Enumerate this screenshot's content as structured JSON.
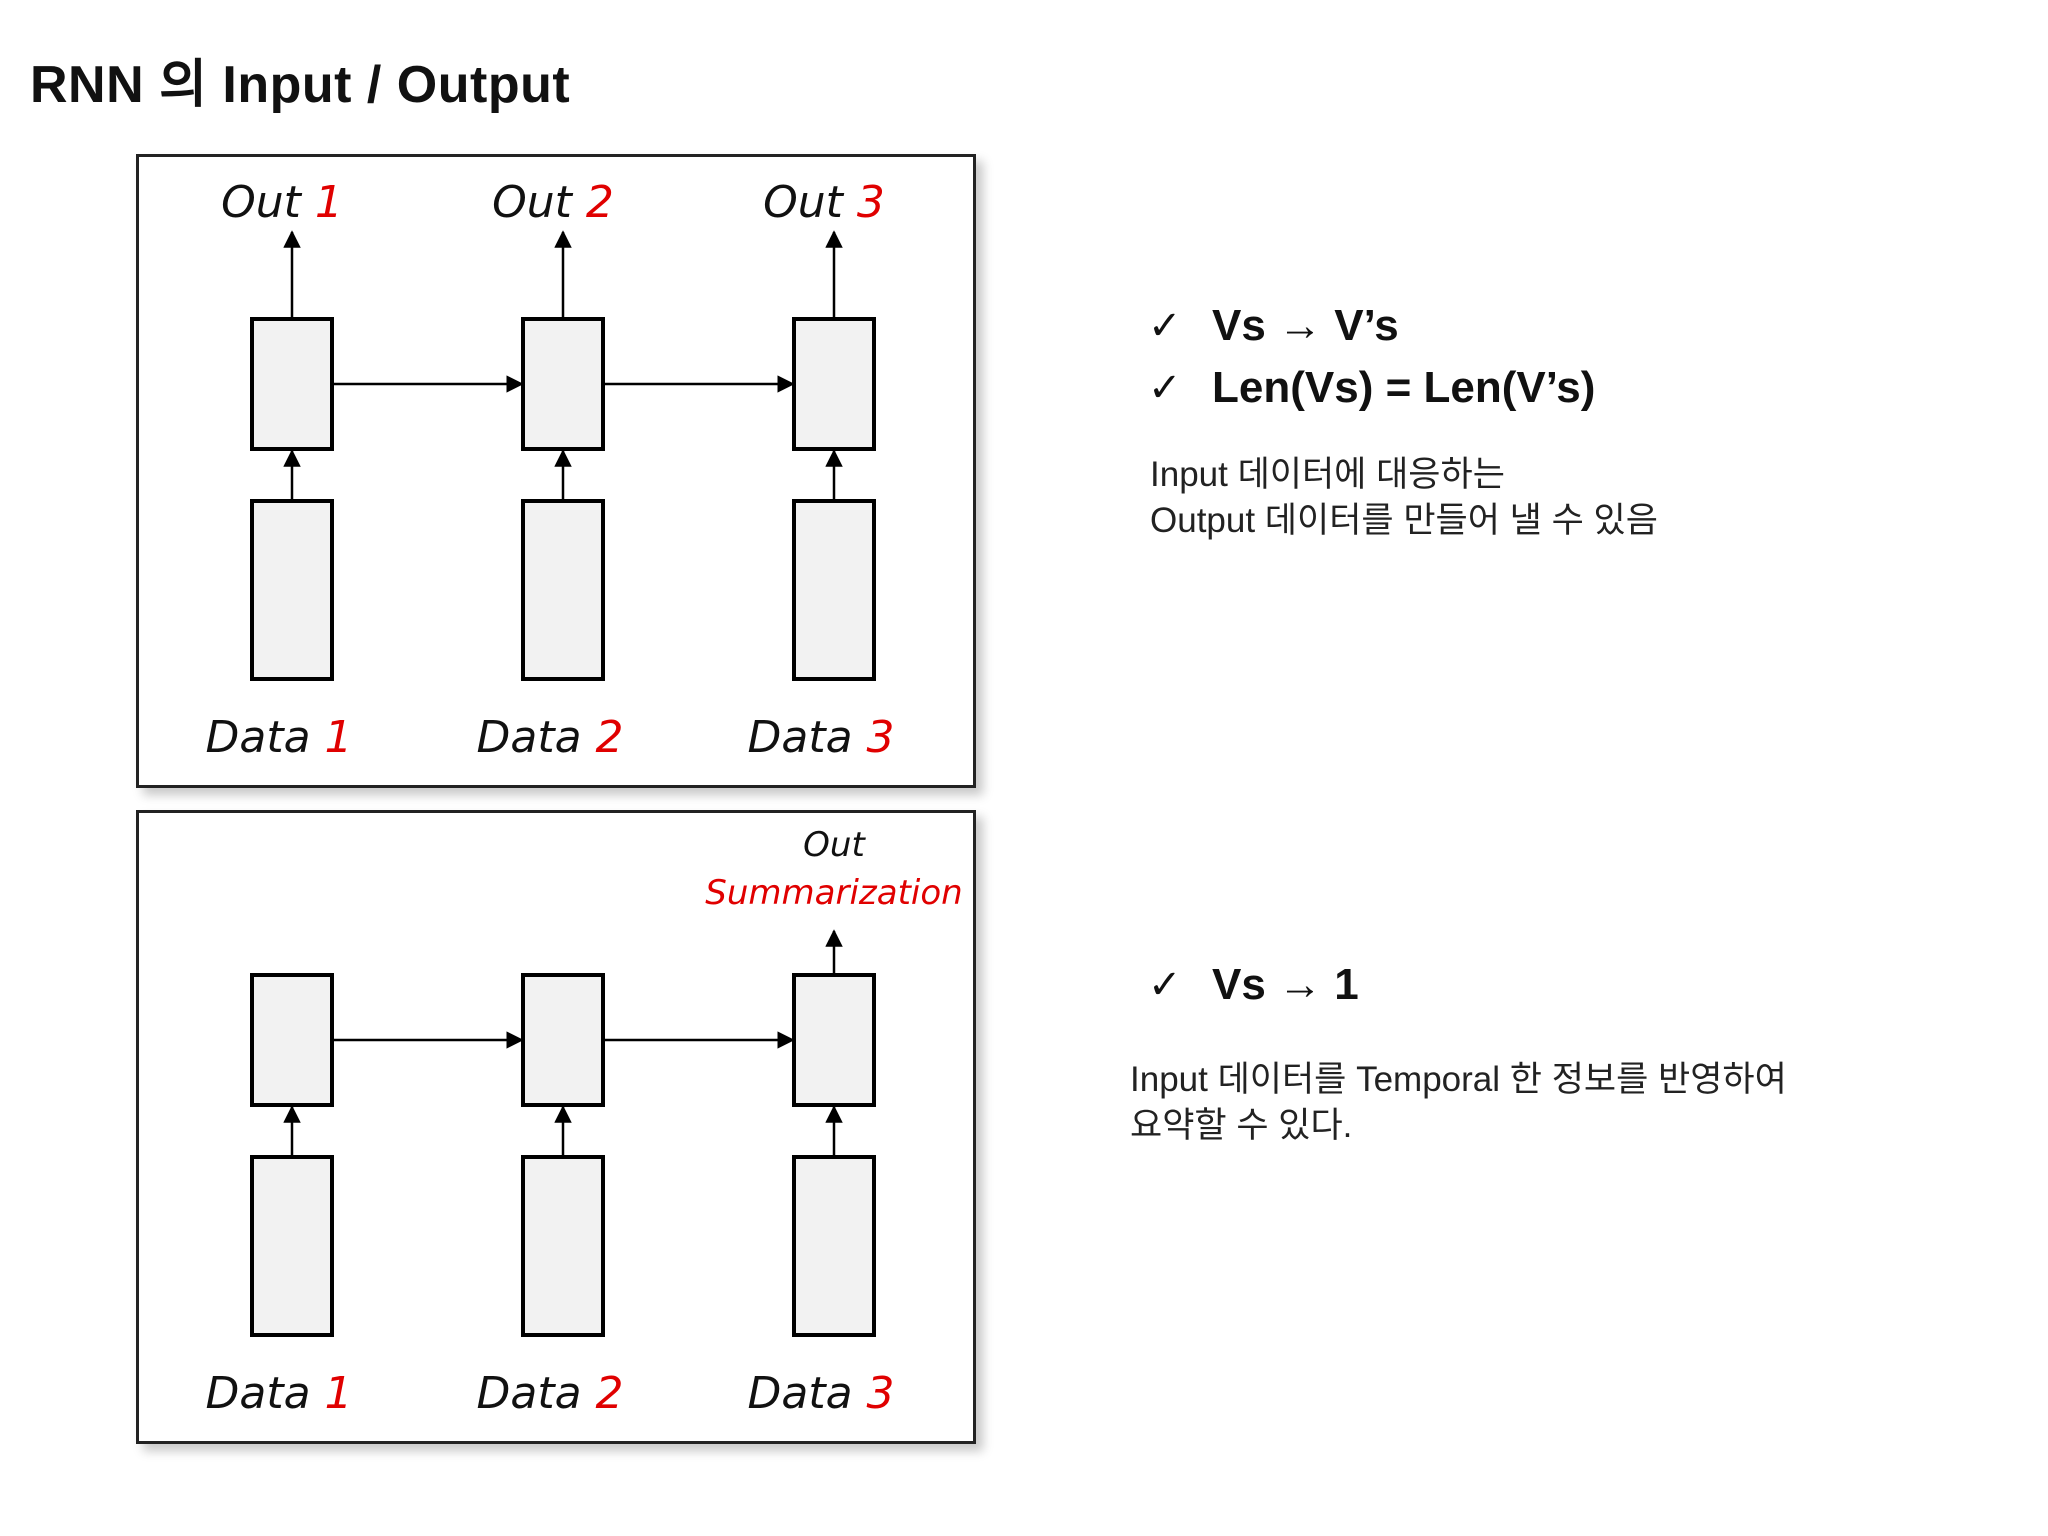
{
  "title": "RNN 의 Input / Output",
  "diagram_top": {
    "outputs": [
      {
        "prefix": "Out ",
        "index": "1"
      },
      {
        "prefix": "Out ",
        "index": "2"
      },
      {
        "prefix": "Out ",
        "index": "3"
      }
    ],
    "inputs": [
      {
        "prefix": "Data ",
        "index": "1"
      },
      {
        "prefix": "Data ",
        "index": "2"
      },
      {
        "prefix": "Data ",
        "index": "3"
      }
    ]
  },
  "diagram_bottom": {
    "output_label": "Out",
    "output_name": "Summarization",
    "inputs": [
      {
        "prefix": "Data ",
        "index": "1"
      },
      {
        "prefix": "Data ",
        "index": "2"
      },
      {
        "prefix": "Data ",
        "index": "3"
      }
    ]
  },
  "notes_top": {
    "checks": [
      "Vs → V’s",
      "Len(Vs) = Len(V’s)"
    ],
    "description": [
      "Input 데이터에 대응하는",
      " Output 데이터를 만들어 낼 수 있음"
    ]
  },
  "notes_bottom": {
    "checks": [
      "Vs → 1"
    ],
    "description": [
      "Input 데이터를 Temporal 한 정보를 반영하여",
      "요약할 수 있다."
    ]
  },
  "check_symbol": "✓",
  "colors": {
    "accent": "#e00000",
    "cell_fill": "#f2f2f2",
    "stroke": "#000000"
  }
}
